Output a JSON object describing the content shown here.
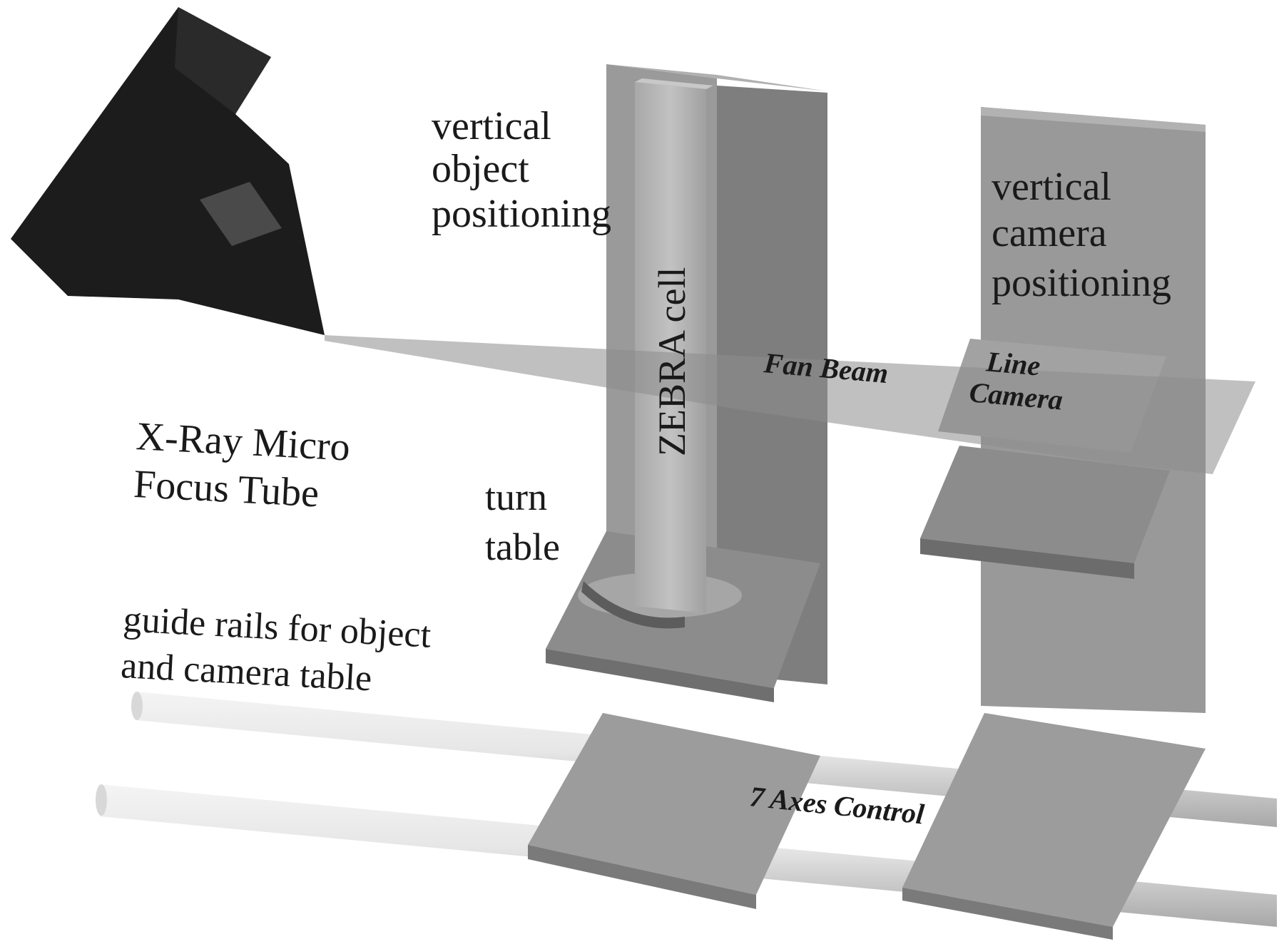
{
  "labels": {
    "vertical_object_positioning": [
      "vertical",
      "object",
      "positioning"
    ],
    "vertical_camera_positioning": [
      "vertical",
      "camera",
      "positioning"
    ],
    "zebra_cell": "ZEBRA cell",
    "fan_beam": "Fan Beam",
    "line_camera": [
      "Line",
      "Camera"
    ],
    "xray_tube": [
      "X-Ray Micro",
      "Focus Tube"
    ],
    "turn_table": [
      "turn",
      "table"
    ],
    "guide_rails": [
      "guide rails for object",
      "and camera table"
    ],
    "axes_control": "7 Axes Control"
  },
  "colors": {
    "background": "#ffffff",
    "tube": "#1c1c1c",
    "column_front": "#9a9a9a",
    "column_side": "#7e7e7e",
    "zebra_cell": "#b4b4b4",
    "fan_beam": "#8c8c8c",
    "rail": "#e2e2e2",
    "text": "#1a1a1a"
  }
}
